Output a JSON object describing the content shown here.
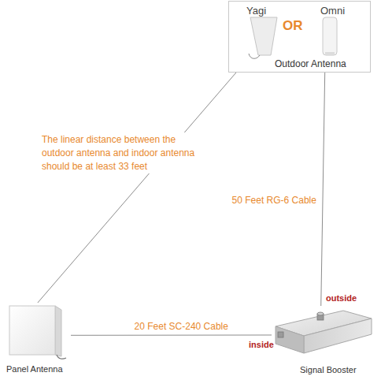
{
  "diagram": {
    "nodes": [
      {
        "text": [
          "Yagi",
          "OR",
          "Omni",
          "Outdoor Antenna"
        ]
      },
      {
        "text": [
          "Panel Antenna"
        ]
      },
      {
        "text": [
          "Signal Booster"
        ]
      }
    ],
    "edges": [
      {
        "from": 0,
        "to": 1,
        "arrow": "none"
      },
      {
        "from": 0,
        "to": 2,
        "label": "50 Feet RG-6 Cable",
        "arrow": "none"
      },
      {
        "from": 1,
        "to": 2,
        "label": "20 Feet SC-240 Cable",
        "arrow": "none"
      }
    ],
    "labels": [
      "The linear distance between the outdoor antenna and indoor antenna should be at least 33 feet",
      "outside",
      "inside"
    ]
  }
}
